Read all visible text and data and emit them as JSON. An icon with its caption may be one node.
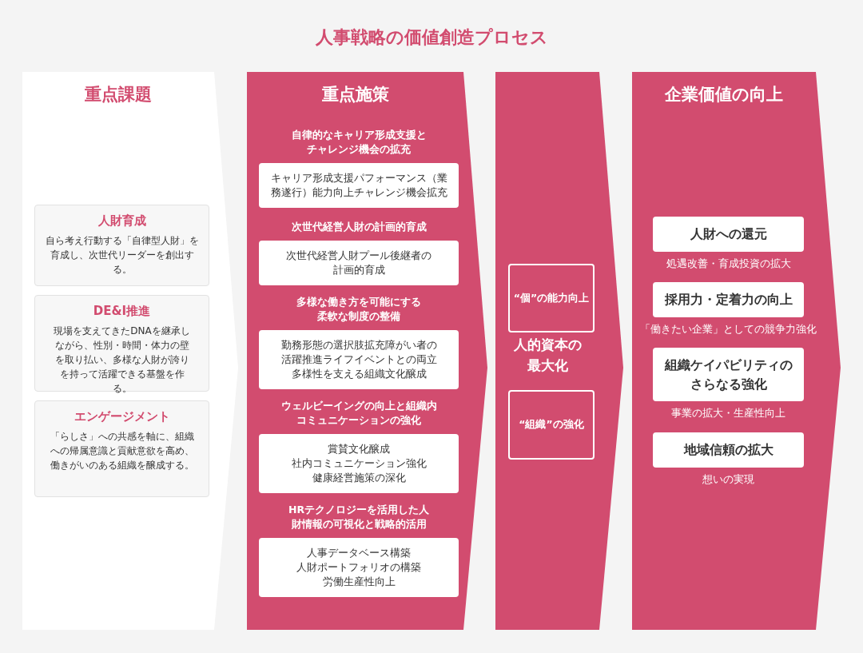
{
  "diagram": {
    "title": "人事戦略の価値創造プロセス",
    "nodes": [
      {
        "text": [
          "重点課題"
        ]
      },
      {
        "text": [
          "人財育成",
          "自ら考え行動する「自律型人財」を育成し、次世代リーダーを創出する。"
        ],
        "in": 0
      },
      {
        "text": [
          "DE&I推進",
          "現場を支えてきたDNAを継承しながら、性別・時間・体力の壁を取り払い、多様な人財が誇りを持って活躍できる基盤を作る。"
        ],
        "in": 0
      },
      {
        "text": [
          "エンゲージメント",
          "「らしさ」への共感を軸に、組織への帰属意識と貢献意欲を高め、働きがいのある組織を醸成する。"
        ],
        "in": 0
      },
      {
        "text": [
          "重点施策"
        ]
      },
      {
        "text": [
          "自律的なキャリア形成支援とチャレンジ機会の拡充",
          "キャリア形成支援パフォーマンス（業務遂行）能力向上チャレンジ機会拡充"
        ],
        "in": 4
      },
      {
        "text": [
          "次世代経営人財の計画的育成",
          "次世代経営人財プール後継者の計画的育成"
        ],
        "in": 4
      },
      {
        "text": [
          "多様な働き方を可能にする柔軟な制度の整備",
          "勤務形態の選択肢拡充障がい者の活躍推進ライフイベントとの両立多様性を支える組織文化醸成"
        ],
        "in": 4
      },
      {
        "text": [
          "ウェルビーイングの向上と組織内コミュニケーションの強化",
          "賞賛文化醸成",
          "社内コミュニケーション強化",
          "健康経営施策の深化"
        ],
        "in": 4
      },
      {
        "text": [
          "HRテクノロジーを活用した人財情報の可視化と戦略的活用",
          "人事データベース構築",
          "人財ポートフォリオの構築",
          "労働生産性向上"
        ],
        "in": 4
      },
      {
        "text": [
          "人的資本の最大化"
        ]
      },
      {
        "text": [
          "“個”の能力向上"
        ],
        "in": 10
      },
      {
        "text": [
          "“組織”の強化"
        ],
        "in": 10
      },
      {
        "text": [
          "企業価値の向上"
        ]
      },
      {
        "text": [
          "人財への還元"
        ],
        "in": 13,
        "beside": [
          "処遇改善・育成投資の拡大"
        ]
      },
      {
        "text": [
          "採用力・定着力の向上"
        ],
        "in": 13,
        "beside": [
          "「働きたい企業」としての競争力強化"
        ]
      },
      {
        "text": [
          "組織ケイパビリティのさらなる強化"
        ],
        "in": 13,
        "beside": [
          "事業の拡大・生産性向上"
        ]
      },
      {
        "text": [
          "地域信頼の拡大"
        ],
        "in": 13,
        "beside": [
          "想いの実現"
        ]
      }
    ]
  }
}
